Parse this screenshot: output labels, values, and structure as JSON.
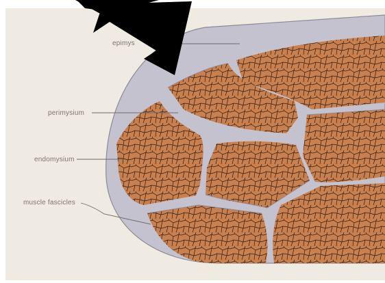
{
  "labels": {
    "epimysium": "epimys",
    "perimysium": "perimysium",
    "endomysium": "endomysium",
    "fascicles": "muscle fascicles"
  },
  "colors": {
    "paper": "#efeae2",
    "sheath": "#c5c2cf",
    "fascicle": "#c8804f",
    "fibre_lines": "#2f1a10",
    "arrow": "#000000"
  },
  "icons": {
    "pointer": "arrow-icon"
  }
}
